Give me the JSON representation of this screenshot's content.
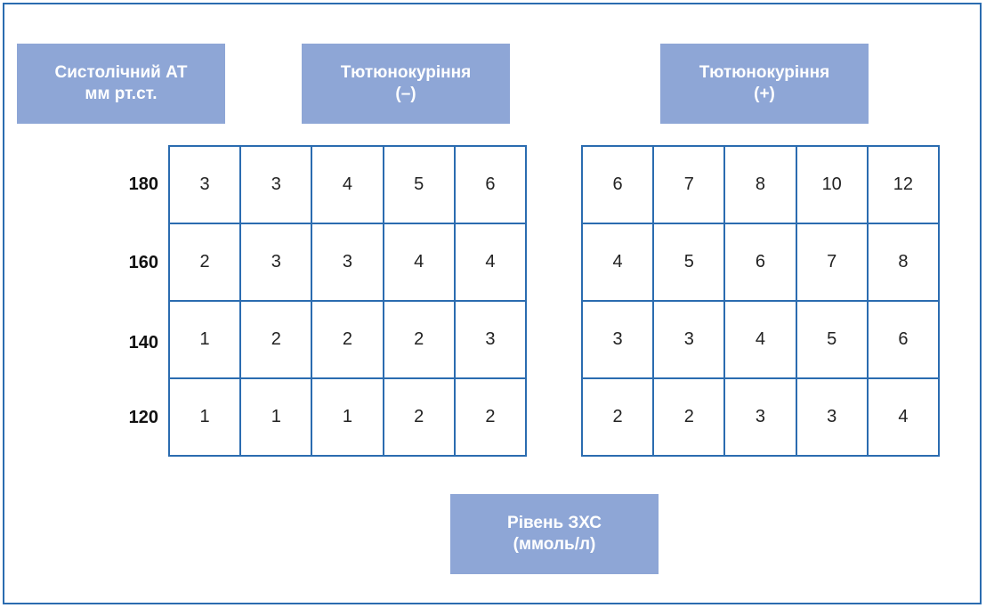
{
  "labels": {
    "bp_line1": "Систолічний АТ",
    "bp_line2": "мм рт.ст.",
    "nonsmoke_line1": "Тютюнокуріння",
    "nonsmoke_line2": "(–)",
    "smoke_line1": "Тютюнокуріння",
    "smoke_line2": "(+)",
    "chol_line1": "Рівень ЗХС",
    "chol_line2": "(ммоль/л)"
  },
  "row_labels": [
    "180",
    "160",
    "140",
    "120"
  ],
  "nonsmoker_grid": [
    [
      "3",
      "3",
      "4",
      "5",
      "6"
    ],
    [
      "2",
      "3",
      "3",
      "4",
      "4"
    ],
    [
      "1",
      "2",
      "2",
      "2",
      "3"
    ],
    [
      "1",
      "1",
      "1",
      "2",
      "2"
    ]
  ],
  "smoker_grid": [
    [
      "6",
      "7",
      "8",
      "10",
      "12"
    ],
    [
      "4",
      "5",
      "6",
      "7",
      "8"
    ],
    [
      "3",
      "3",
      "4",
      "5",
      "6"
    ],
    [
      "2",
      "2",
      "3",
      "3",
      "4"
    ]
  ],
  "colors": {
    "border": "#2b6cb0",
    "label_fill": "#8ea6d6",
    "label_text": "#ffffff"
  }
}
